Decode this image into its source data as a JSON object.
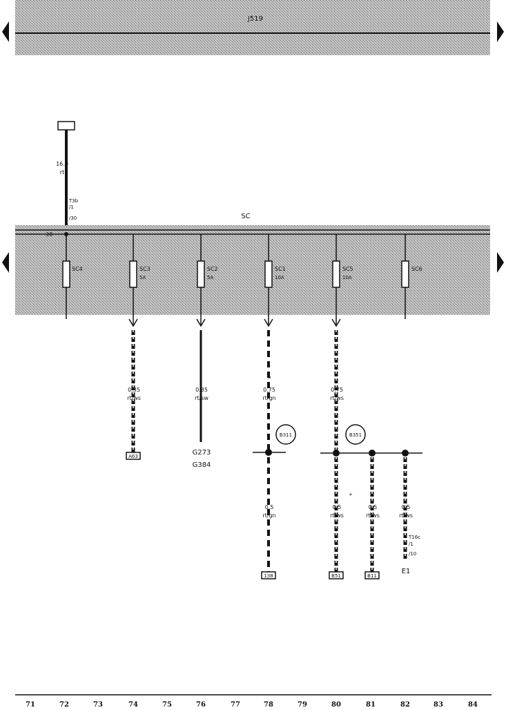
{
  "top_bar_label": "J519",
  "bus_label": "SC",
  "terminal_30": "30",
  "main_feed": {
    "size": "16.0",
    "color": "rt",
    "connector": "T3b",
    "pin": "/1",
    "pin2": "/30"
  },
  "fuses": [
    {
      "id": "SC4",
      "rating": ""
    },
    {
      "id": "SC3",
      "rating": "5A"
    },
    {
      "id": "SC2",
      "rating": "5A"
    },
    {
      "id": "SC1",
      "rating": "10A"
    },
    {
      "id": "SC5",
      "rating": "10A"
    },
    {
      "id": "SC6",
      "rating": ""
    }
  ],
  "wires": [
    {
      "size": "0.35",
      "color": "rt/ws",
      "end": "A63"
    },
    {
      "size": "0.35",
      "color": "rt/sw",
      "end1": "G273",
      "end2": "G384"
    },
    {
      "size": "0.75",
      "color": "rt/gn",
      "top": "a"
    },
    {
      "size": "0.75",
      "color": "rt/ws"
    }
  ],
  "junctions": [
    {
      "label": "B311"
    },
    {
      "label": "B351"
    }
  ],
  "lower_wires": [
    {
      "size": "0.5",
      "color": "rt/gn",
      "end": "138"
    },
    {
      "size": "0.5",
      "color": "rt/ws",
      "end": "B51"
    },
    {
      "size": "0.5",
      "color": "rt/ws",
      "end": "B11"
    },
    {
      "size": "0.5",
      "color": "rt/ws",
      "conn": "T16c",
      "pin1": "/1",
      "pin2": "/10",
      "end": "E1"
    }
  ],
  "grid_numbers": [
    "71",
    "72",
    "73",
    "74",
    "75",
    "76",
    "77",
    "78",
    "79",
    "80",
    "81",
    "82",
    "83",
    "84"
  ]
}
